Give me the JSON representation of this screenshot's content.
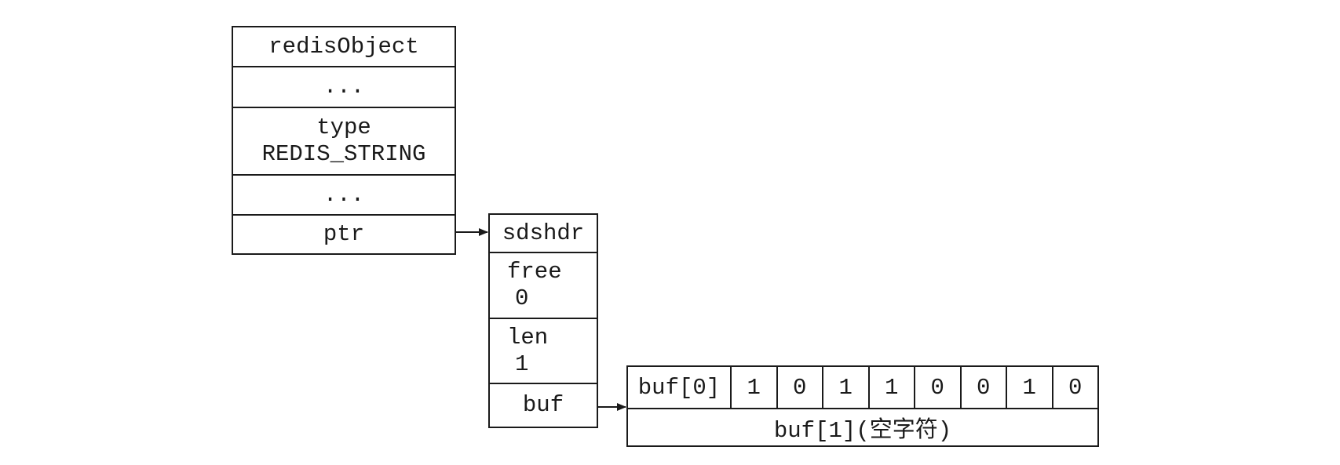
{
  "redis_object": {
    "title": "redisObject",
    "dots_top": "...",
    "type_label": "type",
    "type_value": "REDIS_STRING",
    "dots_bottom": "...",
    "ptr_label": "ptr"
  },
  "sdshdr": {
    "title": "sdshdr",
    "free_label": "free",
    "free_value": "0",
    "len_label": "len",
    "len_value": "1",
    "buf_label": "buf"
  },
  "buf_array": {
    "first_label": "buf[0]",
    "bits": [
      "1",
      "0",
      "1",
      "1",
      "0",
      "0",
      "1",
      "0"
    ],
    "null_label": "buf[1](空字符)"
  },
  "colors": {
    "line": "#1a1a1a",
    "background": "#ffffff"
  }
}
